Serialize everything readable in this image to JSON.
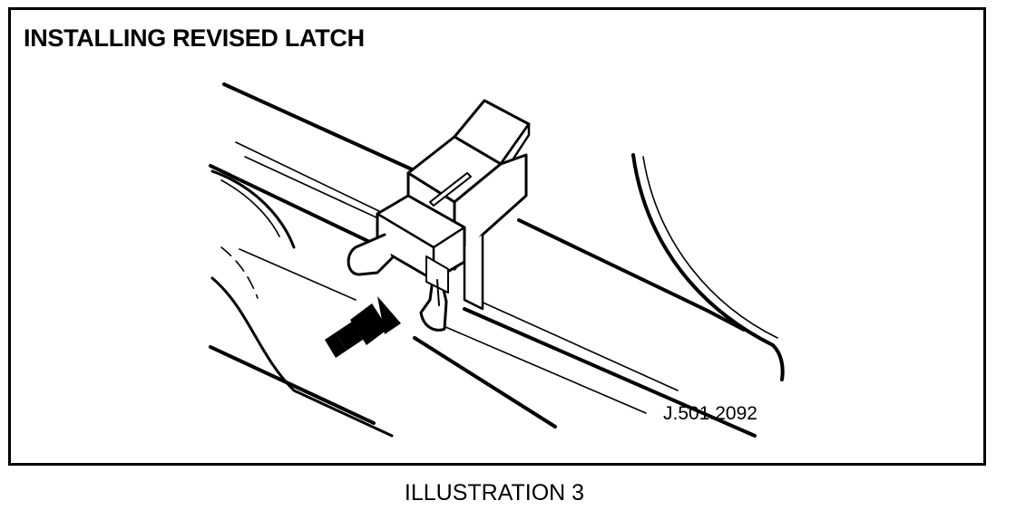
{
  "figure": {
    "title": "INSTALLING REVISED LATCH",
    "reference_code": "J.501.2092"
  },
  "caption": "ILLUSTRATION 3",
  "colors": {
    "ink": "#000000",
    "paper": "#ffffff"
  }
}
